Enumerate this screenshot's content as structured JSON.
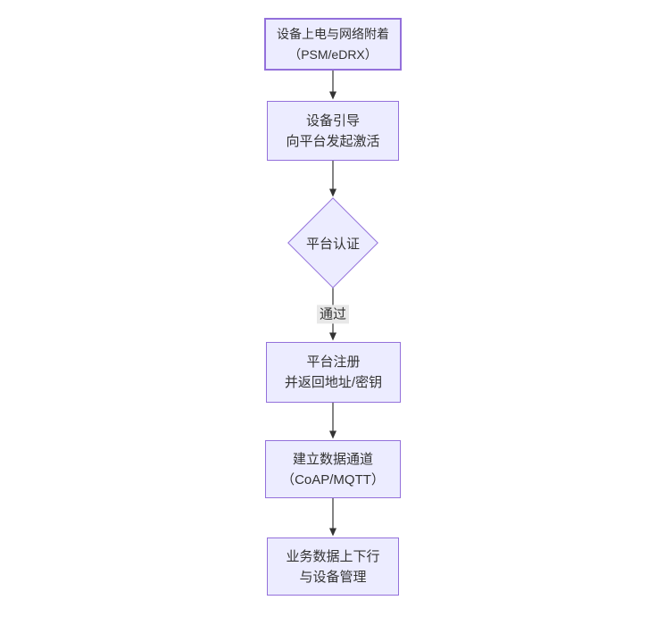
{
  "diagram": {
    "type": "flowchart",
    "direction": "top-down",
    "nodes": [
      {
        "id": "A",
        "shape": "rect",
        "line1": "设备上电与网络附着",
        "line2": "（PSM/eDRX）"
      },
      {
        "id": "B",
        "shape": "rect",
        "line1": "设备引导",
        "line2": "向平台发起激活"
      },
      {
        "id": "C",
        "shape": "diamond",
        "line1": "平台认证",
        "line2": ""
      },
      {
        "id": "D",
        "shape": "rect",
        "line1": "平台注册",
        "line2": "并返回地址/密钥"
      },
      {
        "id": "E",
        "shape": "rect",
        "line1": "建立数据通道",
        "line2": "（CoAP/MQTT）"
      },
      {
        "id": "F",
        "shape": "rect",
        "line1": "业务数据上下行",
        "line2": "与设备管理"
      }
    ],
    "edges": [
      {
        "from": "A",
        "to": "B",
        "label": ""
      },
      {
        "from": "B",
        "to": "C",
        "label": ""
      },
      {
        "from": "C",
        "to": "D",
        "label": "通过"
      },
      {
        "from": "D",
        "to": "E",
        "label": ""
      },
      {
        "from": "E",
        "to": "F",
        "label": ""
      }
    ],
    "colors": {
      "node_fill": "#ECECFF",
      "node_border": "#9370DB",
      "edge_line": "#333333",
      "text": "#333333",
      "edge_label_bg": "#e8e8e8",
      "background": "#ffffff"
    }
  }
}
